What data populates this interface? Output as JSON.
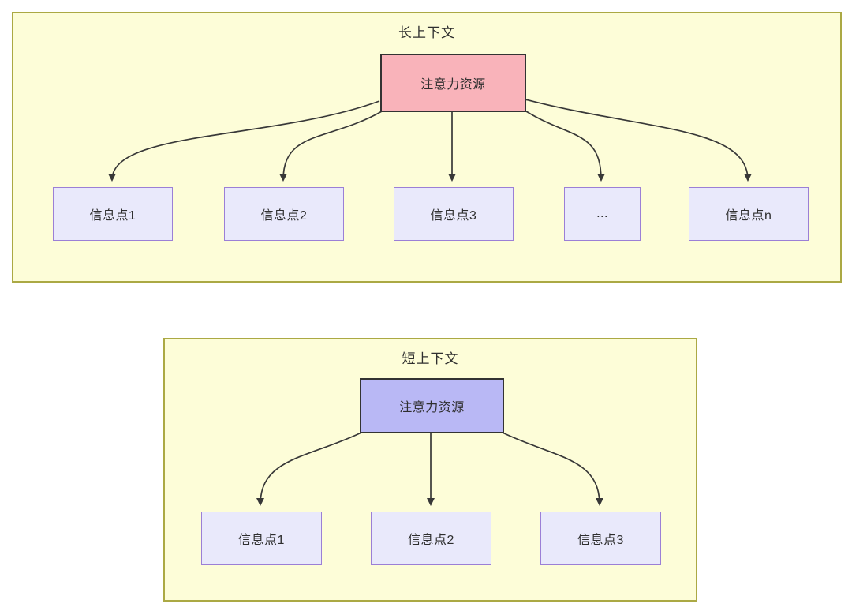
{
  "diagram": {
    "panels": [
      {
        "title": "长上下文",
        "attention": "注意力资源",
        "info_points": [
          "信息点1",
          "信息点2",
          "信息点3",
          "...",
          "信息点n"
        ]
      },
      {
        "title": "短上下文",
        "attention": "注意力资源",
        "info_points": [
          "信息点1",
          "信息点2",
          "信息点3"
        ]
      }
    ],
    "colors": {
      "panel_bg": "#FDFDD8",
      "panel_border": "#ABA944",
      "attention_long_fill": "#F9B3BA",
      "attention_short_fill": "#B9B8F5",
      "attention_border": "#333333",
      "info_fill": "#E9E9FB",
      "info_border": "#9B7FD6",
      "arrow": "#383838",
      "text": "#2E2E2E"
    }
  }
}
